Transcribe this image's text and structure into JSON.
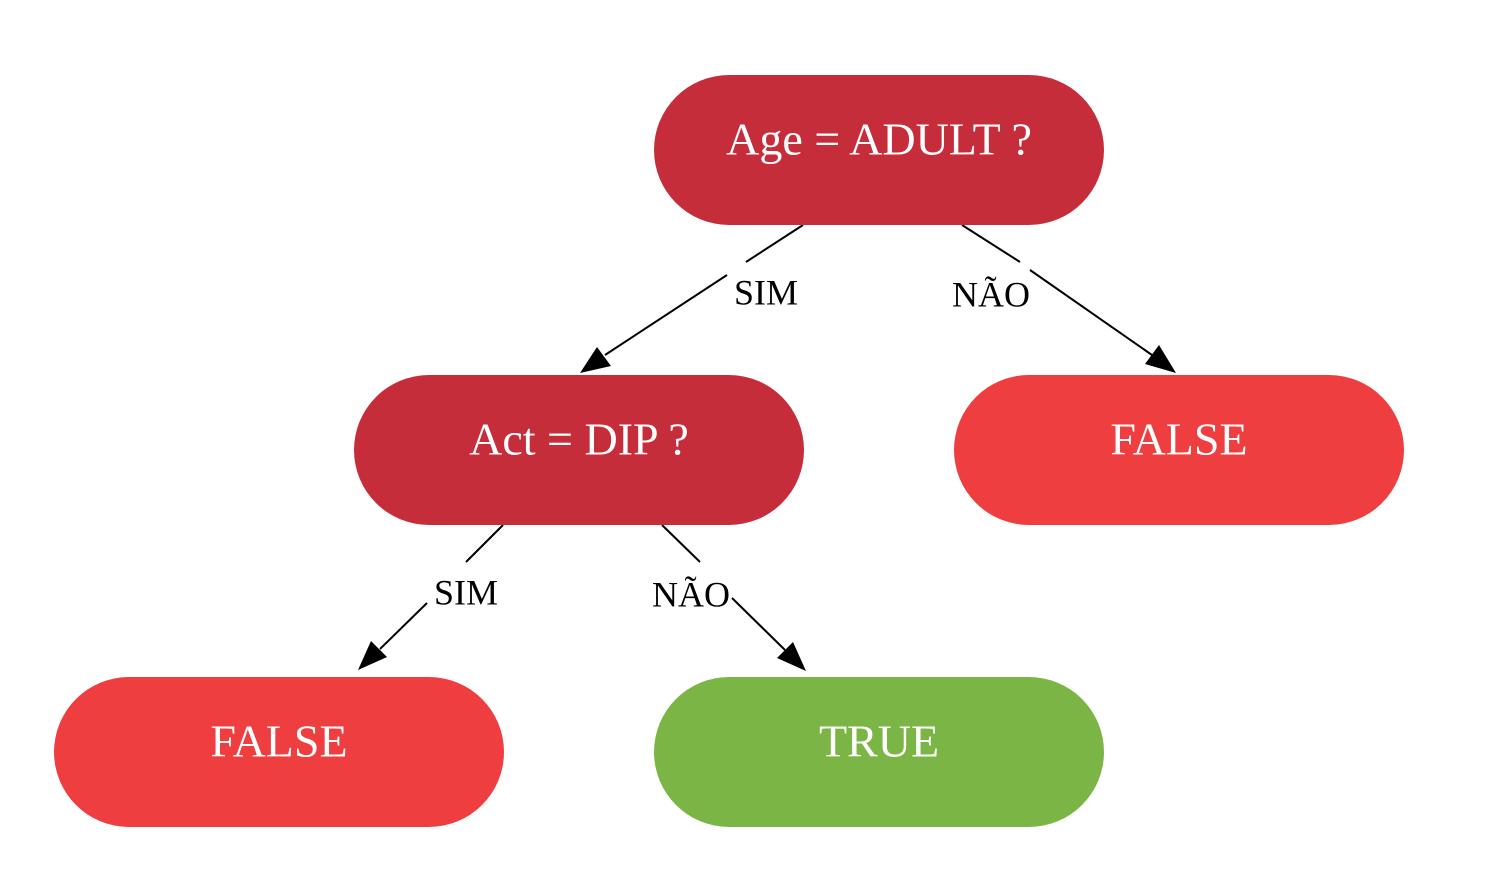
{
  "nodes": {
    "root": {
      "label": "Age = ADULT ?",
      "color": "#c62d3a"
    },
    "act": {
      "label": "Act = DIP ?",
      "color": "#c62d3a"
    },
    "false_right": {
      "label": "FALSE",
      "color": "#ee3e40"
    },
    "false_left": {
      "label": "FALSE",
      "color": "#ee3e40"
    },
    "true_leaf": {
      "label": "TRUE",
      "color": "#7bb545"
    }
  },
  "edges": {
    "root_yes": {
      "label": "SIM"
    },
    "root_no": {
      "label": "NÃO"
    },
    "act_yes": {
      "label": "SIM"
    },
    "act_no": {
      "label": "NÃO"
    }
  }
}
